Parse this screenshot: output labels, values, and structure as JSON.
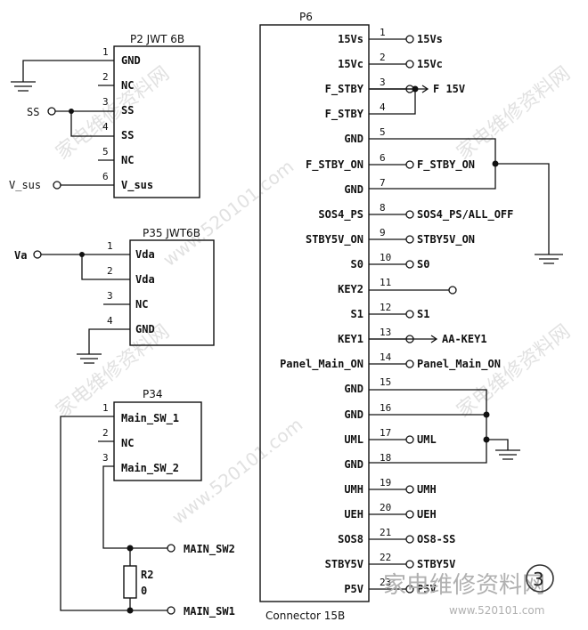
{
  "p2": {
    "title": "P2 JWT 6B",
    "pins": [
      {
        "num": "1",
        "label": "GND"
      },
      {
        "num": "2",
        "label": "NC"
      },
      {
        "num": "3",
        "label": "SS"
      },
      {
        "num": "4",
        "label": "SS"
      },
      {
        "num": "5",
        "label": "NC"
      },
      {
        "num": "6",
        "label": "V_sus"
      }
    ],
    "ext_ss": "SS",
    "ext_vsus": "V_sus"
  },
  "p35": {
    "title": "P35 JWT6B",
    "pins": [
      {
        "num": "1",
        "label": "Vda"
      },
      {
        "num": "2",
        "label": "Vda"
      },
      {
        "num": "3",
        "label": "NC"
      },
      {
        "num": "4",
        "label": "GND"
      }
    ],
    "ext_va": "Va"
  },
  "p34": {
    "title": "P34",
    "pins": [
      {
        "num": "1",
        "label": "Main_SW_1"
      },
      {
        "num": "2",
        "label": "NC"
      },
      {
        "num": "3",
        "label": "Main_SW_2"
      }
    ],
    "resistor_ref": "R2",
    "resistor_val": "0",
    "net_sw2": "MAIN_SW2",
    "net_sw1": "MAIN_SW1"
  },
  "p6": {
    "title": "P6",
    "footer": "Connector 15B",
    "pins": [
      {
        "num": "1",
        "label": "15Vs",
        "net": "15Vs"
      },
      {
        "num": "2",
        "label": "15Vc",
        "net": "15Vc"
      },
      {
        "num": "3",
        "label": "F_STBY",
        "net": "F 15V"
      },
      {
        "num": "4",
        "label": "F_STBY",
        "net": ""
      },
      {
        "num": "5",
        "label": "GND",
        "net": ""
      },
      {
        "num": "6",
        "label": "F_STBY_ON",
        "net": "F_STBY_ON"
      },
      {
        "num": "7",
        "label": "GND",
        "net": ""
      },
      {
        "num": "8",
        "label": "SOS4_PS",
        "net": "SOS4_PS/ALL_OFF"
      },
      {
        "num": "9",
        "label": "STBY5V_ON",
        "net": "STBY5V_ON"
      },
      {
        "num": "10",
        "label": "S0",
        "net": "S0"
      },
      {
        "num": "11",
        "label": "KEY2",
        "net": ""
      },
      {
        "num": "12",
        "label": "S1",
        "net": "S1"
      },
      {
        "num": "13",
        "label": "KEY1",
        "net": "AA-KEY1"
      },
      {
        "num": "14",
        "label": "Panel_Main_ON",
        "net": "Panel_Main_ON"
      },
      {
        "num": "15",
        "label": "GND",
        "net": ""
      },
      {
        "num": "16",
        "label": "GND",
        "net": ""
      },
      {
        "num": "17",
        "label": "UML",
        "net": "UML"
      },
      {
        "num": "18",
        "label": "GND",
        "net": ""
      },
      {
        "num": "19",
        "label": "UMH",
        "net": "UMH"
      },
      {
        "num": "20",
        "label": "UEH",
        "net": "UEH"
      },
      {
        "num": "21",
        "label": "SOS8",
        "net": "OS8-SS"
      },
      {
        "num": "22",
        "label": "STBY5V",
        "net": "STBY5V"
      },
      {
        "num": "23",
        "label": "P5V",
        "net": "P5V"
      }
    ]
  },
  "watermark": {
    "site": "www.520101.com",
    "brand": "家电维修资料网",
    "circle_num": "3"
  }
}
